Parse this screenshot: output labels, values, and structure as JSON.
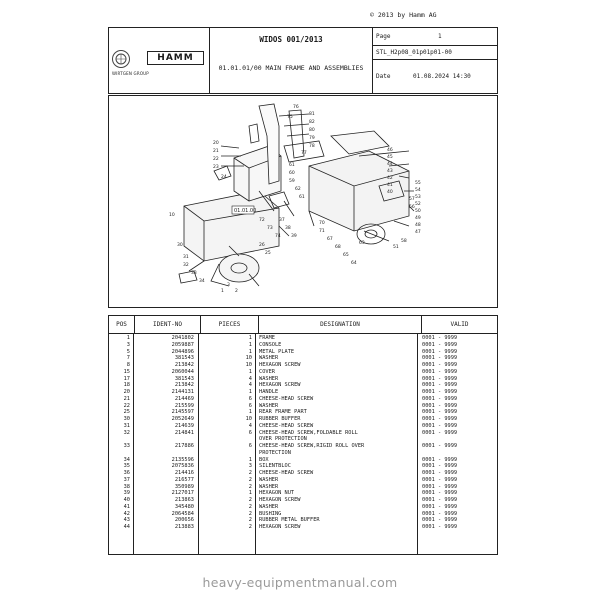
{
  "copyright": "© 2013 by Hamm AG",
  "header": {
    "wirtgen_logo_text": "WIRTGEN GROUP",
    "hamm_logo_text": "HAMM",
    "catalog_title": "WIDOS 001/2013",
    "section_title": "01.01.01/00 MAIN FRAME AND ASSEMBLIES",
    "page_label": "Page",
    "page_value": "1",
    "doc_code": "STL_H2p08_01p01p01-00",
    "date_label": "Date",
    "date_value": "01.08.2024  14:30"
  },
  "diagram": {
    "ref_label": "01.01.00",
    "callouts": [
      "81",
      "82",
      "80",
      "79",
      "78",
      "77",
      "76",
      "75",
      "20",
      "21",
      "22",
      "23",
      "24",
      "61",
      "60",
      "59",
      "62",
      "61",
      "72",
      "73",
      "74",
      "70",
      "71",
      "67",
      "68",
      "65",
      "64",
      "46",
      "45",
      "44",
      "43",
      "42",
      "41",
      "40",
      "55",
      "54",
      "53",
      "52",
      "50",
      "49",
      "48",
      "47",
      "57",
      "56",
      "58",
      "51",
      "63",
      "10",
      "30",
      "31",
      "32",
      "33",
      "34",
      "1",
      "3",
      "2",
      "37",
      "38",
      "39",
      "26",
      "25"
    ]
  },
  "parts": {
    "headers": {
      "pos": "POS",
      "ident": "IDENT-NO",
      "pieces": "PIECES",
      "designation": "DESIGNATION",
      "valid": "VALID"
    },
    "rows": [
      {
        "pos": "1",
        "ident": "2041802",
        "pieces": "1",
        "designation": "FRAME",
        "valid": "0001 - 9999"
      },
      {
        "pos": "3",
        "ident": "2059887",
        "pieces": "1",
        "designation": "CONSOLE",
        "valid": "0001 - 9999"
      },
      {
        "pos": "5",
        "ident": "2044896",
        "pieces": "1",
        "designation": "METAL PLATE",
        "valid": "0001 - 9999"
      },
      {
        "pos": "7",
        "ident": "381543",
        "pieces": "10",
        "designation": "WASHER",
        "valid": "0001 - 9999"
      },
      {
        "pos": "8",
        "ident": "213842",
        "pieces": "10",
        "designation": "HEXAGON SCREW",
        "valid": "0001 - 9999"
      },
      {
        "pos": "15",
        "ident": "2060044",
        "pieces": "1",
        "designation": "COVER",
        "valid": "0001 - 9999"
      },
      {
        "pos": "17",
        "ident": "381543",
        "pieces": "4",
        "designation": "WASHER",
        "valid": "0001 - 9999"
      },
      {
        "pos": "18",
        "ident": "213842",
        "pieces": "4",
        "designation": "HEXAGON SCREW",
        "valid": "0001 - 9999"
      },
      {
        "pos": "20",
        "ident": "2144131",
        "pieces": "1",
        "designation": "HANDLE",
        "valid": "0001 - 9999"
      },
      {
        "pos": "21",
        "ident": "214469",
        "pieces": "6",
        "designation": "CHEESE-HEAD SCREW",
        "valid": "0001 - 9999"
      },
      {
        "pos": "22",
        "ident": "215599",
        "pieces": "6",
        "designation": "WASHER",
        "valid": "0001 - 9999"
      },
      {
        "pos": "25",
        "ident": "2145597",
        "pieces": "1",
        "designation": "REAR FRAME PART",
        "valid": "0001 - 9999"
      },
      {
        "pos": "30",
        "ident": "2052649",
        "pieces": "10",
        "designation": "RUBBER BUFFER",
        "valid": "0001 - 9999"
      },
      {
        "pos": "31",
        "ident": "214639",
        "pieces": "4",
        "designation": "CHEESE-HEAD SCREW",
        "valid": "0001 - 9999"
      },
      {
        "pos": "32",
        "ident": "214841",
        "pieces": "6",
        "designation": "CHEESE-HEAD SCREW,FOLDABLE ROLL",
        "valid": "0001 - 9999"
      },
      {
        "pos": "",
        "ident": "",
        "pieces": "",
        "designation": "OVER PROTECTION",
        "valid": ""
      },
      {
        "pos": "33",
        "ident": "217886",
        "pieces": "6",
        "designation": "CHEESE-HEAD SCREW,RIGID ROLL OVER",
        "valid": "0001 - 9999"
      },
      {
        "pos": "",
        "ident": "",
        "pieces": "",
        "designation": "PROTECTION",
        "valid": ""
      },
      {
        "pos": "34",
        "ident": "2135596",
        "pieces": "1",
        "designation": "BOX",
        "valid": "0001 - 9999"
      },
      {
        "pos": "35",
        "ident": "2075836",
        "pieces": "3",
        "designation": "SILENTBLOC",
        "valid": "0001 - 9999"
      },
      {
        "pos": "36",
        "ident": "214416",
        "pieces": "2",
        "designation": "CHEESE-HEAD SCREW",
        "valid": "0001 - 9999"
      },
      {
        "pos": "37",
        "ident": "216577",
        "pieces": "2",
        "designation": "WASHER",
        "valid": "0001 - 9999"
      },
      {
        "pos": "38",
        "ident": "350989",
        "pieces": "2",
        "designation": "WASHER",
        "valid": "0001 - 9999"
      },
      {
        "pos": "39",
        "ident": "2127017",
        "pieces": "1",
        "designation": "HEXAGON NUT",
        "valid": "0001 - 9999"
      },
      {
        "pos": "40",
        "ident": "213863",
        "pieces": "2",
        "designation": "HEXAGON SCREW",
        "valid": "0001 - 9999"
      },
      {
        "pos": "41",
        "ident": "345480",
        "pieces": "2",
        "designation": "WASHER",
        "valid": "0001 - 9999"
      },
      {
        "pos": "42",
        "ident": "2064584",
        "pieces": "2",
        "designation": "BUSHING",
        "valid": "0001 - 9999"
      },
      {
        "pos": "43",
        "ident": "200656",
        "pieces": "2",
        "designation": "RUBBER METAL BUFFER",
        "valid": "0001 - 9999"
      },
      {
        "pos": "44",
        "ident": "213883",
        "pieces": "2",
        "designation": "HEXAGON SCREW",
        "valid": "0001 - 9999"
      }
    ]
  },
  "footer": "heavy-equipmentmanual.com"
}
